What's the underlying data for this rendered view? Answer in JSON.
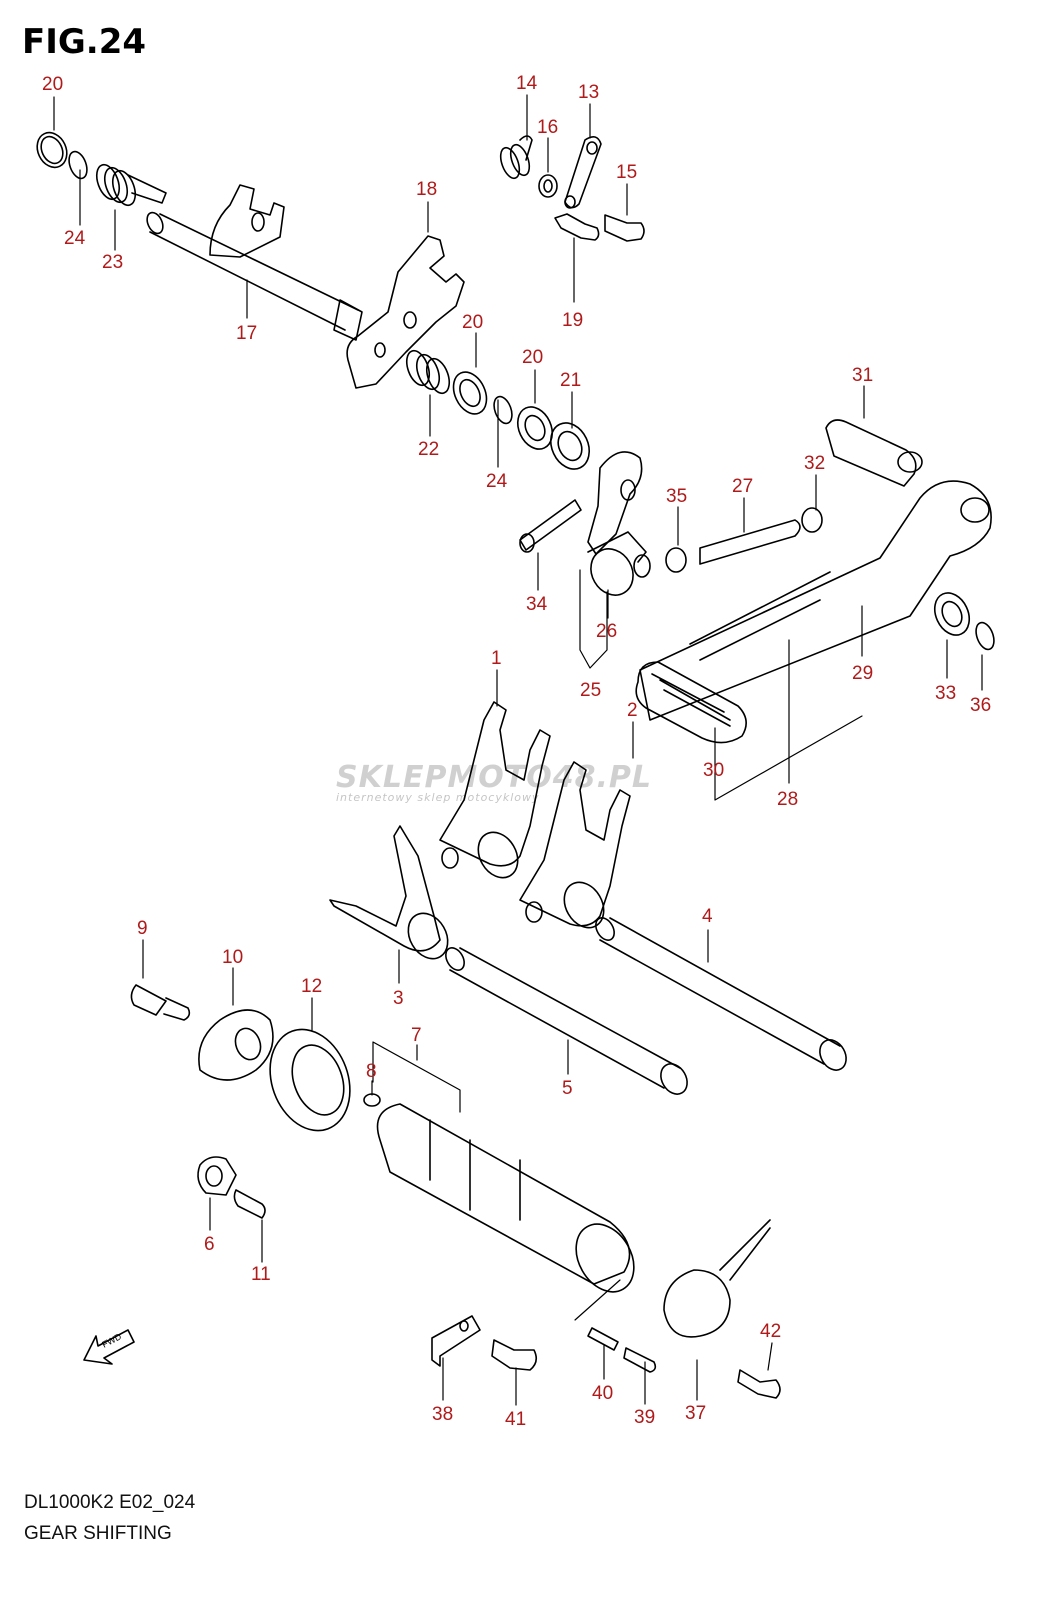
{
  "title": "FIG.24",
  "model_code": "DL1000K2 E02_024",
  "section_name": "GEAR SHIFTING",
  "watermark": {
    "main": "SKLEPMOTO48.PL",
    "sub": "internetowy sklep motocyklowy"
  },
  "direction_marker": "FWD",
  "colors": {
    "label": "#b01a1a",
    "line": "#000000"
  },
  "callouts": [
    "20",
    "24",
    "23",
    "17",
    "18",
    "14",
    "16",
    "13",
    "15",
    "19",
    "20",
    "22",
    "20",
    "24",
    "21",
    "31",
    "35",
    "27",
    "32",
    "34",
    "26",
    "25",
    "1",
    "2",
    "28",
    "29",
    "33",
    "36",
    "30",
    "3",
    "4",
    "9",
    "10",
    "12",
    "7",
    "8",
    "5",
    "6",
    "11",
    "42",
    "38",
    "41",
    "40",
    "39",
    "37"
  ]
}
